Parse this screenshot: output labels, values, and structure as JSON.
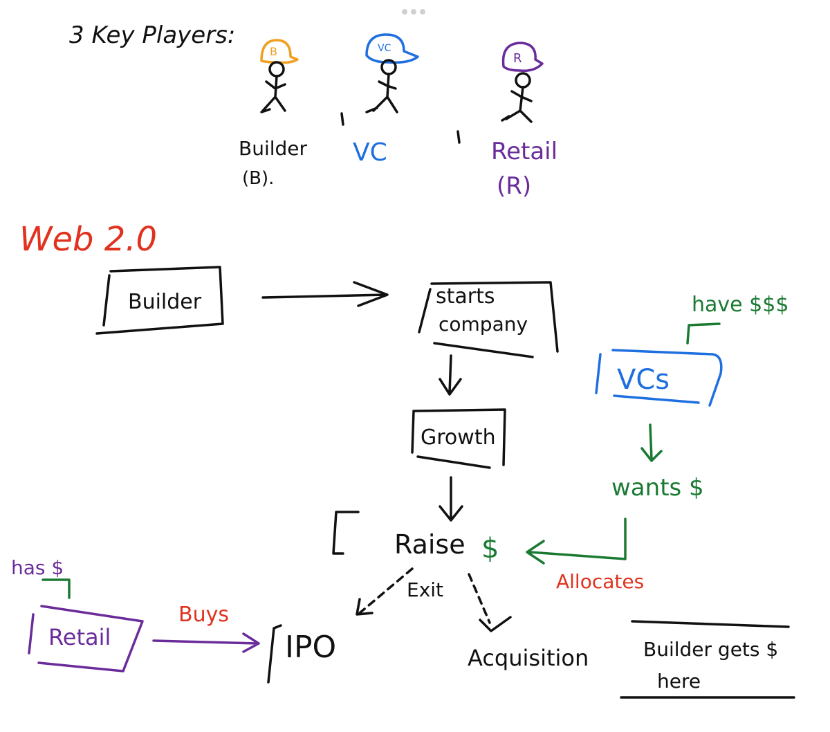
{
  "colors": {
    "black": "#111111",
    "blue": "#1e6fe0",
    "green": "#1a7a32",
    "purple": "#6a2c9a",
    "orange": "#f0a020",
    "red": "#e0321e"
  },
  "heading": "3 Key Players:",
  "players": {
    "builder": {
      "cap": "B",
      "label": "Builder",
      "abbr": "(B)."
    },
    "vc": {
      "cap": "VC",
      "label": "VC"
    },
    "retail": {
      "cap": "R",
      "label": "Retail",
      "abbr": "(R)"
    }
  },
  "section_title": "Web 2.0",
  "nodes": {
    "builder": "Builder",
    "starts_company_line1": "starts",
    "starts_company_line2": "company",
    "growth": "Growth",
    "vcs": "VCs",
    "raise": "Raise",
    "raise_dollar": "$",
    "retail": "Retail",
    "ipo": "IPO",
    "acquisition": "Acquisition"
  },
  "annotations": {
    "have_money": "have $$$",
    "wants_money": "wants $",
    "allocates": "Allocates",
    "has_money": "has $",
    "buys": "Buys",
    "exit": "Exit",
    "builder_gets_line1": "Builder gets $",
    "builder_gets_line2": "here"
  },
  "icons": [
    "stick-figure-icon",
    "cap-icon",
    "arrow-icon"
  ]
}
